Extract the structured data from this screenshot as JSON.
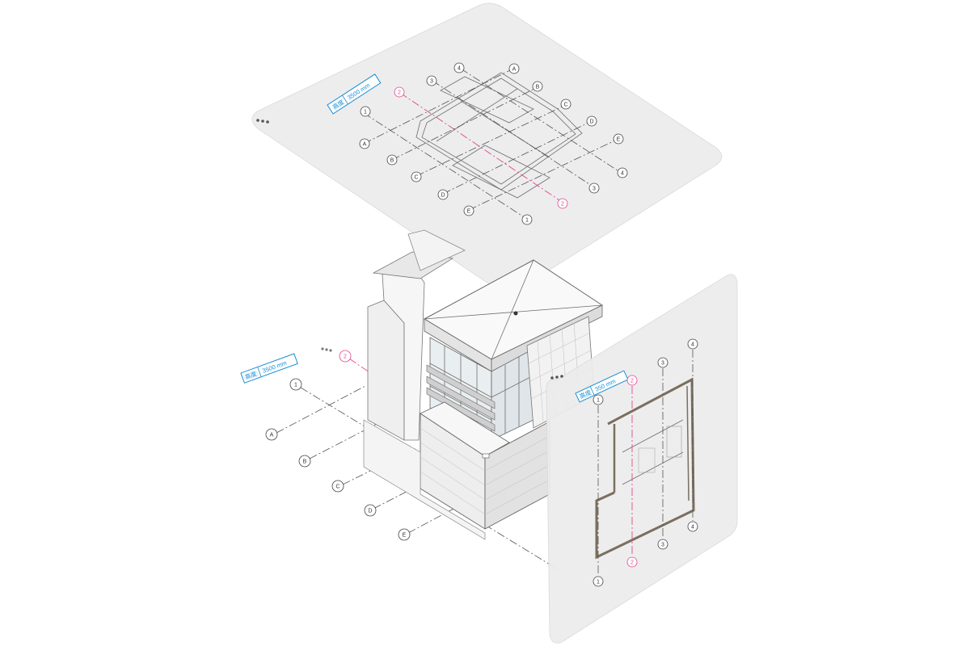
{
  "colors": {
    "accent": "#e0458f",
    "tag_border": "#1a8fd6",
    "panel": "#ececec",
    "line": "#555555"
  },
  "top_panel": {
    "window_dots_icon": "three-dot-icon",
    "height_tag": {
      "label": "高度",
      "value": "3500 mm"
    },
    "axis_numbers": [
      "1",
      "2",
      "3",
      "4"
    ],
    "axis_letters": [
      "A",
      "B",
      "C",
      "D",
      "E"
    ]
  },
  "left_grid": {
    "window_dots_icon": "three-dot-icon",
    "height_tag": {
      "label": "高度:",
      "value": "3500 mm"
    },
    "axis_numbers": [
      "1",
      "2"
    ],
    "axis_letters": [
      "A",
      "B",
      "C",
      "D",
      "E"
    ]
  },
  "side_panel": {
    "window_dots_icon": "three-dot-icon",
    "height_tag": {
      "label": "高度",
      "value": "350 mm"
    },
    "axis_numbers": [
      "1",
      "2",
      "3",
      "4"
    ]
  }
}
